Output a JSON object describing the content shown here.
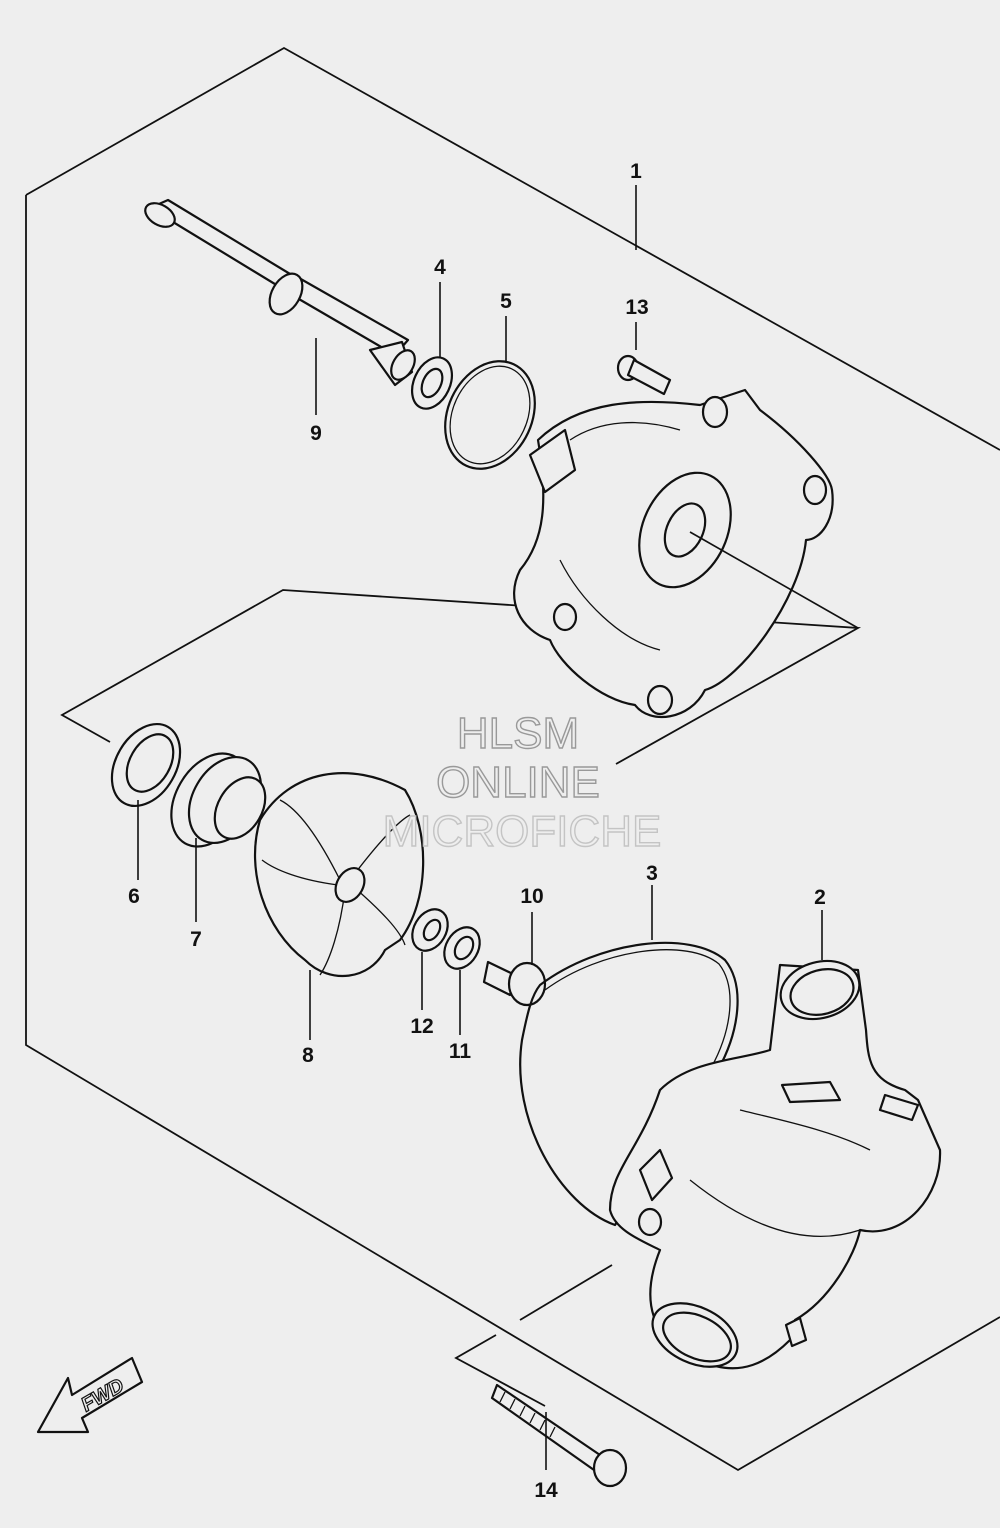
{
  "diagram": {
    "callouts": [
      "1",
      "2",
      "3",
      "4",
      "5",
      "6",
      "7",
      "8",
      "9",
      "10",
      "11",
      "12",
      "13",
      "14"
    ],
    "watermark": [
      "HLSM",
      "ONLINE",
      "MICROFICHE"
    ],
    "fwd_label": "FWD",
    "colors": {
      "background": "#eeeeee",
      "line": "#111111",
      "watermark": "#999999"
    }
  }
}
